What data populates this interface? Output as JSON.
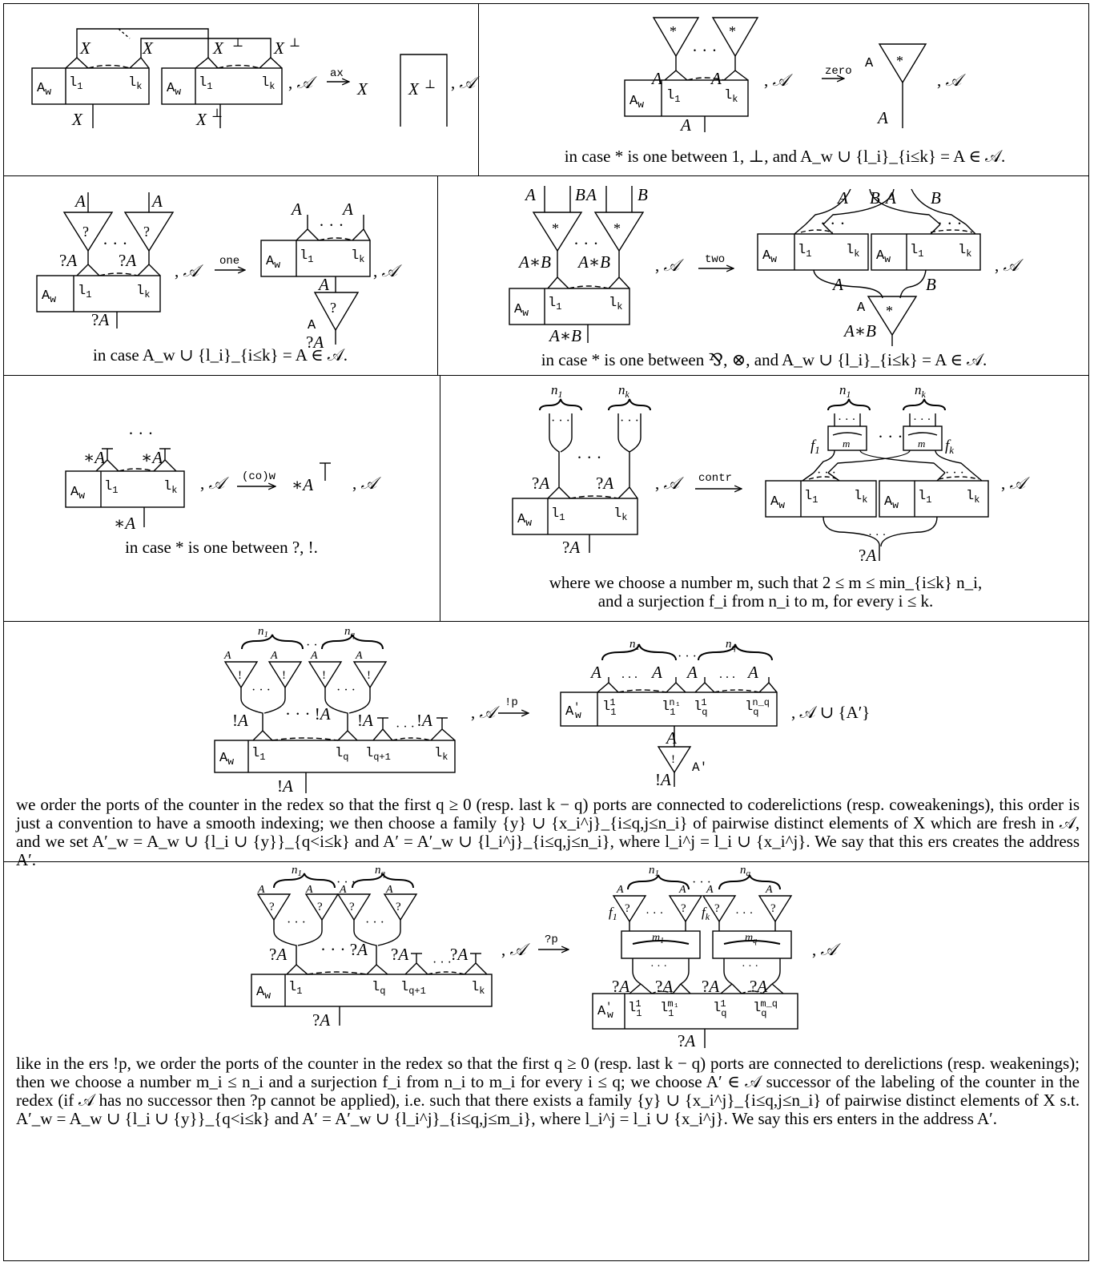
{
  "rules": {
    "ax": {
      "label": "ax",
      "box_label": "A_w",
      "port_first": "l_1",
      "port_last": "l_k",
      "atom": "X",
      "atom_dual": "X⊥",
      "ctx": ", 𝒜",
      "result_left": "X",
      "result_right": "X⊥"
    },
    "zero": {
      "label": "zero",
      "gate": "*",
      "wire": "A",
      "box_label": "A_w",
      "caption": "in case * is one between 1, ⊥, and A_w ∪ {l_i}_{i≤k} = A ∈ 𝒜."
    },
    "one": {
      "label": "one",
      "gate": "?",
      "wire": "A",
      "wire_out": "?A",
      "caption": "in case A_w ∪ {l_i}_{i≤k} = A ∈ 𝒜."
    },
    "two": {
      "label": "two",
      "gate": "*",
      "wire_a": "A",
      "wire_b": "B",
      "wire_out": "A*B",
      "caption": "in case * is one between ⅋, ⊗, and A_w ∪ {l_i}_{i≤k} = A ∈ 𝒜."
    },
    "coweak": {
      "label": "(co)w",
      "wire": "*A",
      "caption": "in case * is one between ?, !."
    },
    "contr": {
      "label": "contr",
      "n_first": "n_1",
      "n_last": "n_k",
      "f_first": "f_1",
      "f_last": "f_k",
      "m": "m",
      "caption_line1": "where we choose a number m, such that 2 ≤ m ≤ min_{i≤k} n_i,",
      "caption_line2": "and a surjection f_i from n_i to m, for every i ≤ k."
    },
    "promote": {
      "label": "!p",
      "ctx_out": ", 𝒜 ∪ {A′}",
      "text": "we order the ports of the counter in the redex so that the first q ≥ 0 (resp. last k − q) ports are connected to coderelictions (resp. coweakenings), this order is just a convention to have a smooth indexing; we then choose a family {y} ∪ {x_i^j}_{i≤q,j≤n_i} of pairwise distinct elements of X which are fresh in 𝒜, and we set A′_w = A_w ∪ {l_i ∪ {y}}_{q<i≤k} and A′ = A′_w ∪ {l_i^j}_{i≤q,j≤n_i}, where l_i^j = l_i ∪ {x_i^j}. We say that this ers creates the address A′."
    },
    "derelict": {
      "label": "?p",
      "text": "like in the ers !p, we order the ports of the counter in the redex so that the first q ≥ 0 (resp. last k − q) ports are connected to derelictions (resp. weakenings); then we choose a number m_i ≤ n_i and a surjection f_i from n_i to m_i for every i ≤ q; we choose A′ ∈ 𝒜 successor of the labeling of the counter in the redex (if 𝒜 has no successor then ?p cannot be applied), i.e. such that there exists a family {y} ∪ {x_i^j}_{i≤q,j≤n_i} of pairwise distinct elements of X s.t. A′_w = A_w ∪ {l_i ∪ {y}}_{q<i≤k} and A′ = A′_w ∪ {l_i^j}_{i≤q,j≤m_i}, where l_i^j = l_i ∪ {x_i^j}. We say this ers enters in the address A′."
    }
  }
}
